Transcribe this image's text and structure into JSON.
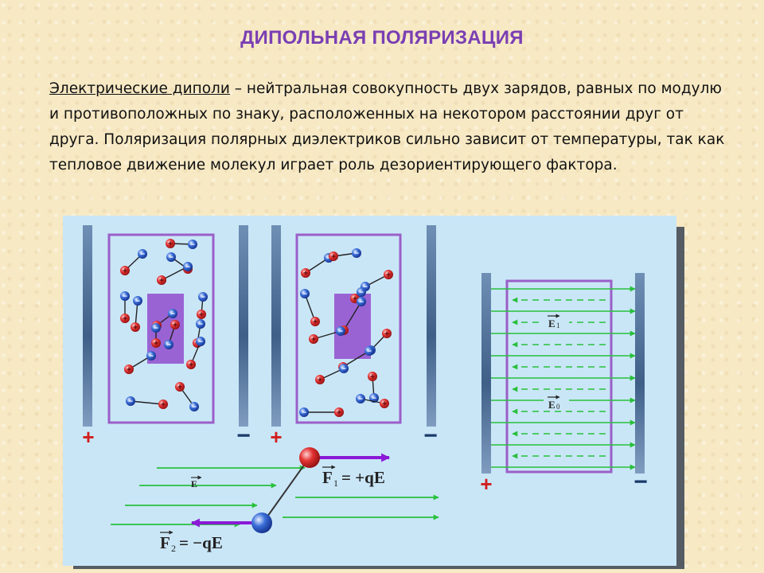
{
  "title": "ДИПОЛЬНАЯ ПОЛЯРИЗАЦИЯ",
  "paragraph": {
    "term": "Электрические диполи",
    "text": " – нейтральная совокупность двух зарядов, равных по модулю и противоположных по знаку, расположенных на некотором расстоянии друг от друга. Поляризация полярных диэлектриков сильно зависит от температуры, так как тепловое движение молекул играет роль дезориентирующего фактора."
  },
  "figure": {
    "plus_sign": "+",
    "minus_sign": "−",
    "dipole_labels": {
      "positive": "+",
      "negative": "−"
    },
    "field_labels": {
      "e1": "E",
      "e1_sub": "1",
      "e0": "E",
      "e0_sub": "0",
      "e": "E"
    },
    "force_labels": {
      "f1_symbol": "F",
      "f1_sub": "1",
      "f1_rest": "= +qE",
      "f2_symbol": "F",
      "f2_sub": "2",
      "f2_rest": "= −qE"
    },
    "colors": {
      "field_line": "#28c03c",
      "force_arrow": "#8a1ad6",
      "plate": "#4a6890",
      "plus": "#d21e1e",
      "minus_sign": "#1a3a6a",
      "box_border": "#9a5fc8",
      "inner_field": "#9a63d4"
    }
  }
}
